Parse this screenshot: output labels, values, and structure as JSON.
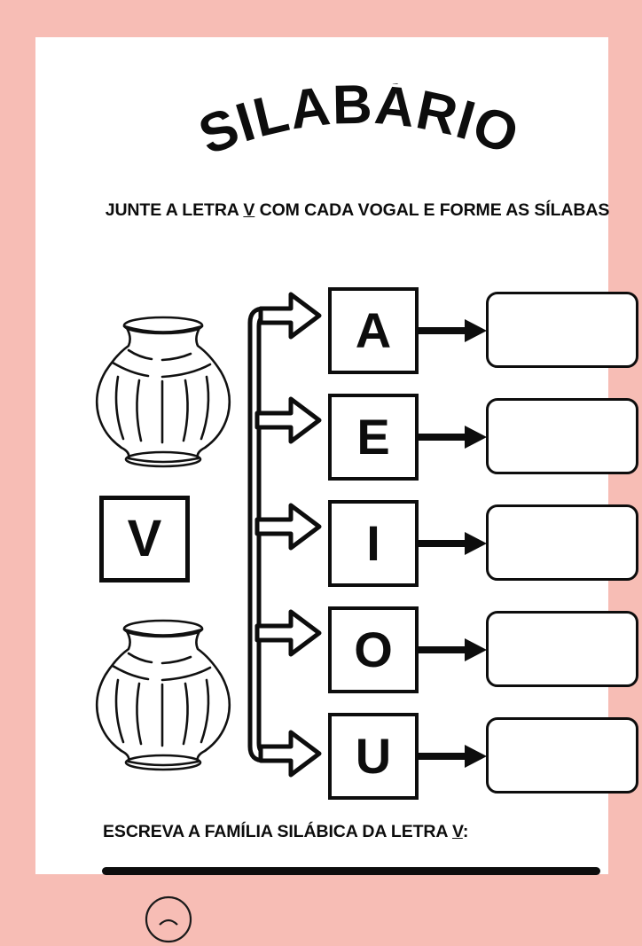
{
  "page": {
    "border_color": "#F7BDB5",
    "card_color": "#FFFFFF",
    "ink_color": "#0D0D0D"
  },
  "header": {
    "title": "SILABÁRIO",
    "instruction_before": "JUNTE A LETRA ",
    "instruction_letter": "V",
    "instruction_after": " COM CADA VOGAL E FORME AS SÍLABAS"
  },
  "letter": {
    "value": "V"
  },
  "illustration": {
    "top_name": "vase-illustration",
    "bottom_name": "vase-illustration"
  },
  "rows": [
    {
      "vowel": "A",
      "answer": ""
    },
    {
      "vowel": "E",
      "answer": ""
    },
    {
      "vowel": "I",
      "answer": ""
    },
    {
      "vowel": "O",
      "answer": ""
    },
    {
      "vowel": "U",
      "answer": ""
    }
  ],
  "footer": {
    "text_before": "ESCREVA A FAMÍLIA SILÁBICA DA LETRA ",
    "text_letter": "V",
    "text_after": ":",
    "answer_line": ""
  }
}
